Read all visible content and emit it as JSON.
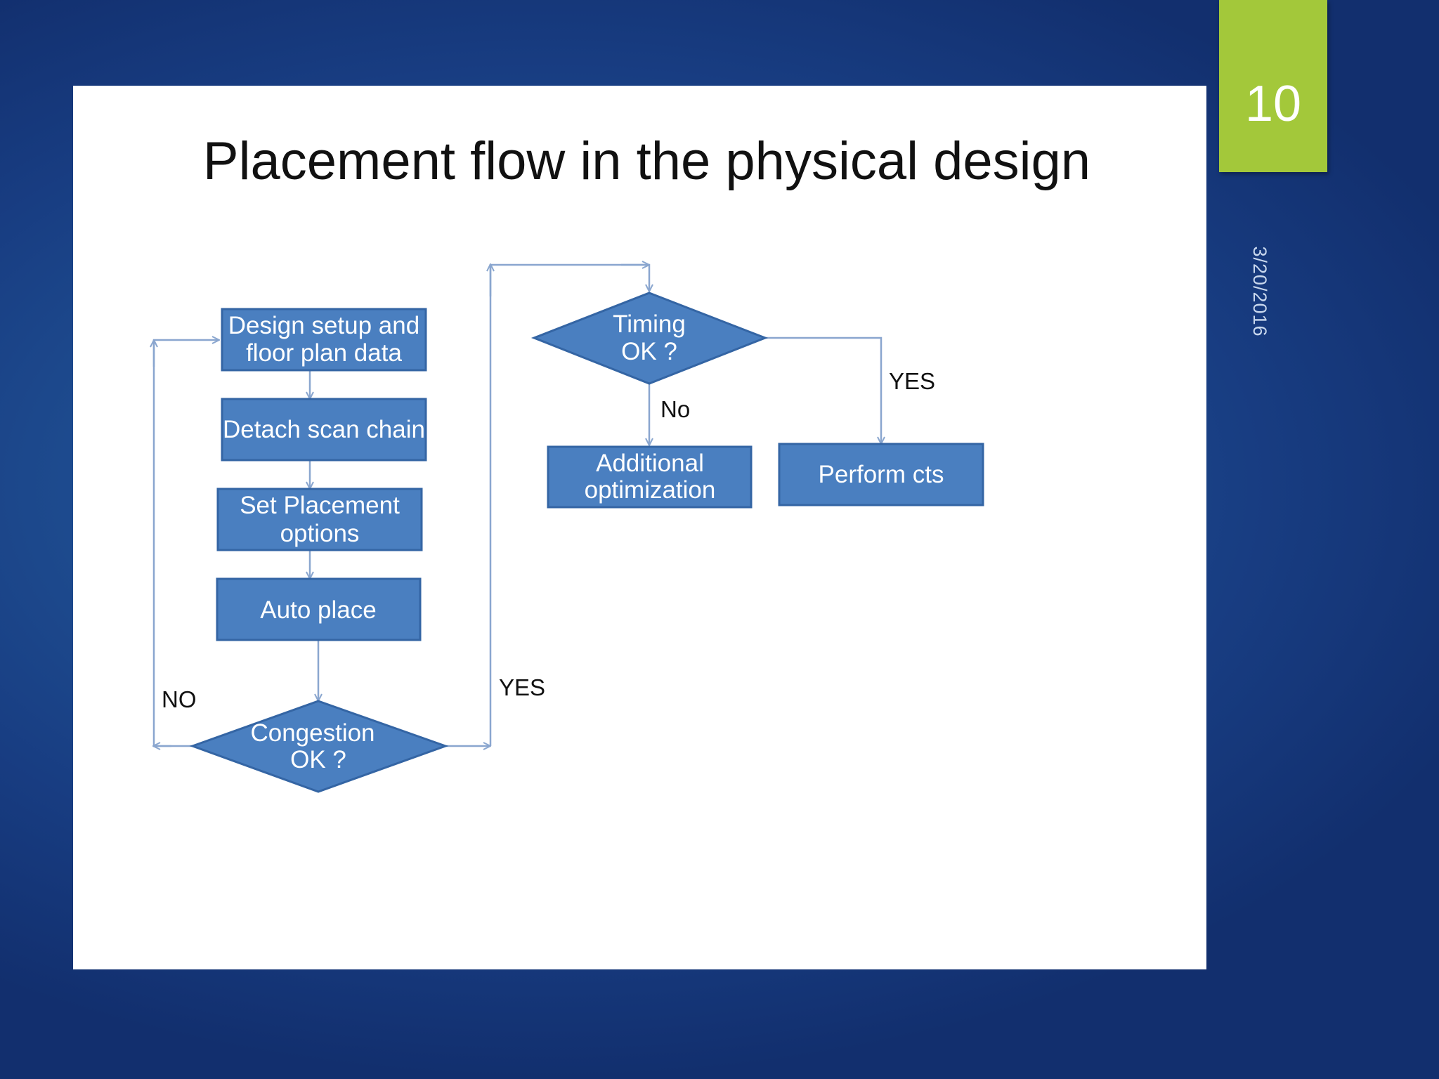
{
  "slide": {
    "number": "10",
    "date": "3/20/2016"
  },
  "figure": {
    "title": "Placement flow in the physical design",
    "nodes": {
      "design_setup": [
        "Design setup and",
        "floor plan data"
      ],
      "detach_scan": [
        "Detach scan chain"
      ],
      "set_placement": [
        "Set Placement",
        "options"
      ],
      "auto_place": [
        "Auto place"
      ],
      "congestion": [
        "Congestion",
        "OK ?"
      ],
      "timing": [
        "Timing",
        "OK ?"
      ],
      "additional_opt": [
        "Additional",
        "optimization"
      ],
      "perform_cts": [
        "Perform cts"
      ]
    },
    "edge_labels": {
      "congestion_no": "NO",
      "congestion_yes": "YES",
      "timing_no": "No",
      "timing_yes": "YES"
    }
  },
  "colors": {
    "node_fill": "#4a7fc0",
    "node_stroke": "#3465a4",
    "connector": "#8aa6cf",
    "number_box": "#a3c83a"
  }
}
